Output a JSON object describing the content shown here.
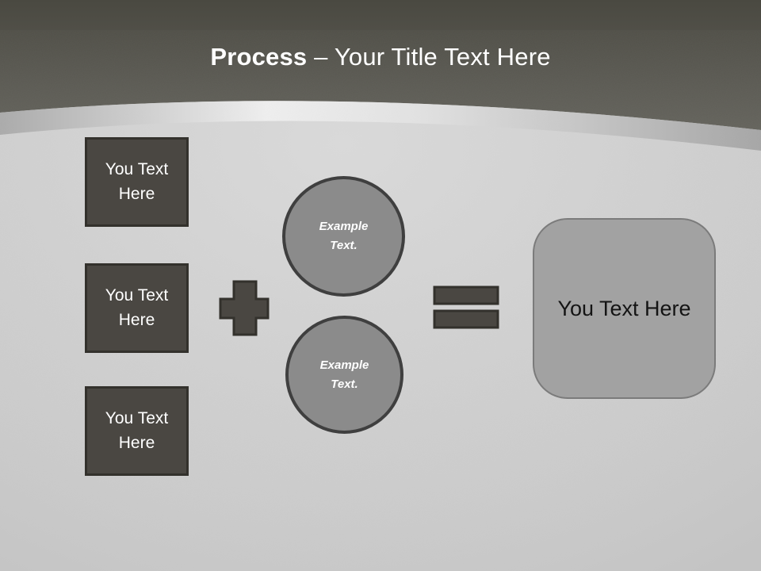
{
  "slide": {
    "title": {
      "emphasis": "Process",
      "rest": " – Your Title Text Here"
    },
    "input_boxes": [
      {
        "label": "You Text Here"
      },
      {
        "label": "You Text Here"
      },
      {
        "label": "You Text Here"
      }
    ],
    "example_circles": [
      {
        "label": "Example Text."
      },
      {
        "label": "Example Text."
      }
    ],
    "result_box": {
      "label": "You Text Here"
    },
    "icons": [
      {
        "name": "plus-icon"
      },
      {
        "name": "equals-icon"
      }
    ],
    "colors": {
      "header_top": "#4a4941",
      "header_bottom": "#686760",
      "body_light": "#dadada",
      "body_dark": "#c4c4c4",
      "band_light": "#efefef",
      "band_dark": "#a6a6a6",
      "dark_shape_fill": "#4a4742",
      "dark_shape_border": "#33312c",
      "circle_fill": "#8b8b8b",
      "circle_border": "#3f3f3f",
      "result_fill": "#a2a2a2",
      "result_border": "#7b7b7b",
      "title_text": "#ffffff"
    }
  }
}
